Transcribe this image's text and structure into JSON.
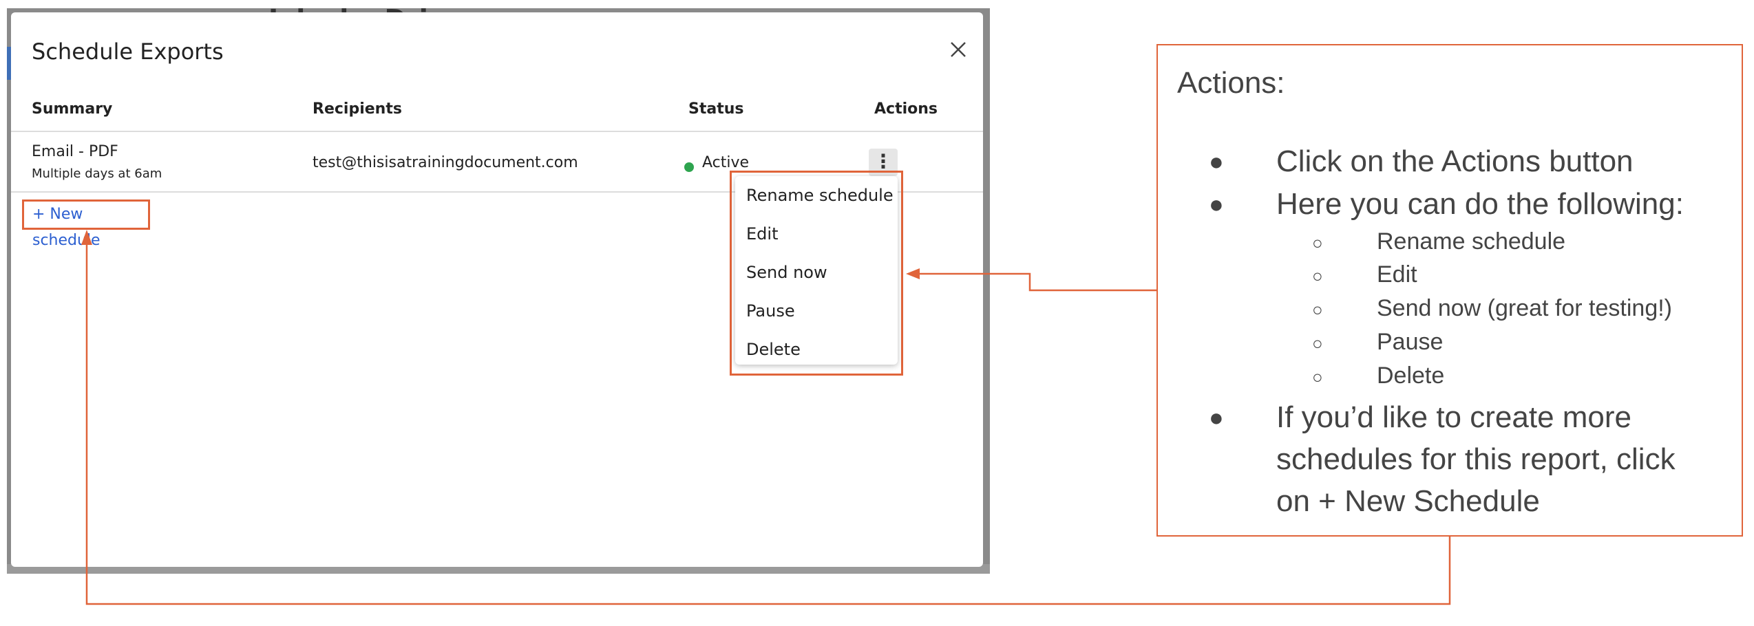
{
  "background": {
    "title": "Jobs by Driver"
  },
  "modal": {
    "title": "Schedule Exports",
    "columns": [
      "Summary",
      "Recipients",
      "Status",
      "Actions"
    ],
    "rows": [
      {
        "summary": "Email - PDF",
        "summary_detail": "Multiple days at 6am",
        "recipients": "test@thisisatrainingdocument.com",
        "status": "Active",
        "actions_button": "⋮"
      }
    ],
    "new_schedule_label": "+ New schedule",
    "actions_menu": [
      "Rename schedule",
      "Edit",
      "Send now",
      "Pause",
      "Delete"
    ]
  },
  "callout": {
    "title": "Actions:",
    "bullets": [
      "Click on the Actions button",
      "Here you can do the following:"
    ],
    "sub_items": [
      "Rename schedule",
      "Edit",
      "Send now (great for testing!)",
      "Pause",
      "Delete"
    ],
    "last_bullet_lines": [
      "If you’d like to create more",
      "schedules for this report, click",
      "on + New Schedule"
    ]
  },
  "colors": {
    "annotation": "#e0643a",
    "link": "#2c5fd0",
    "status_active": "#2ea44f"
  }
}
